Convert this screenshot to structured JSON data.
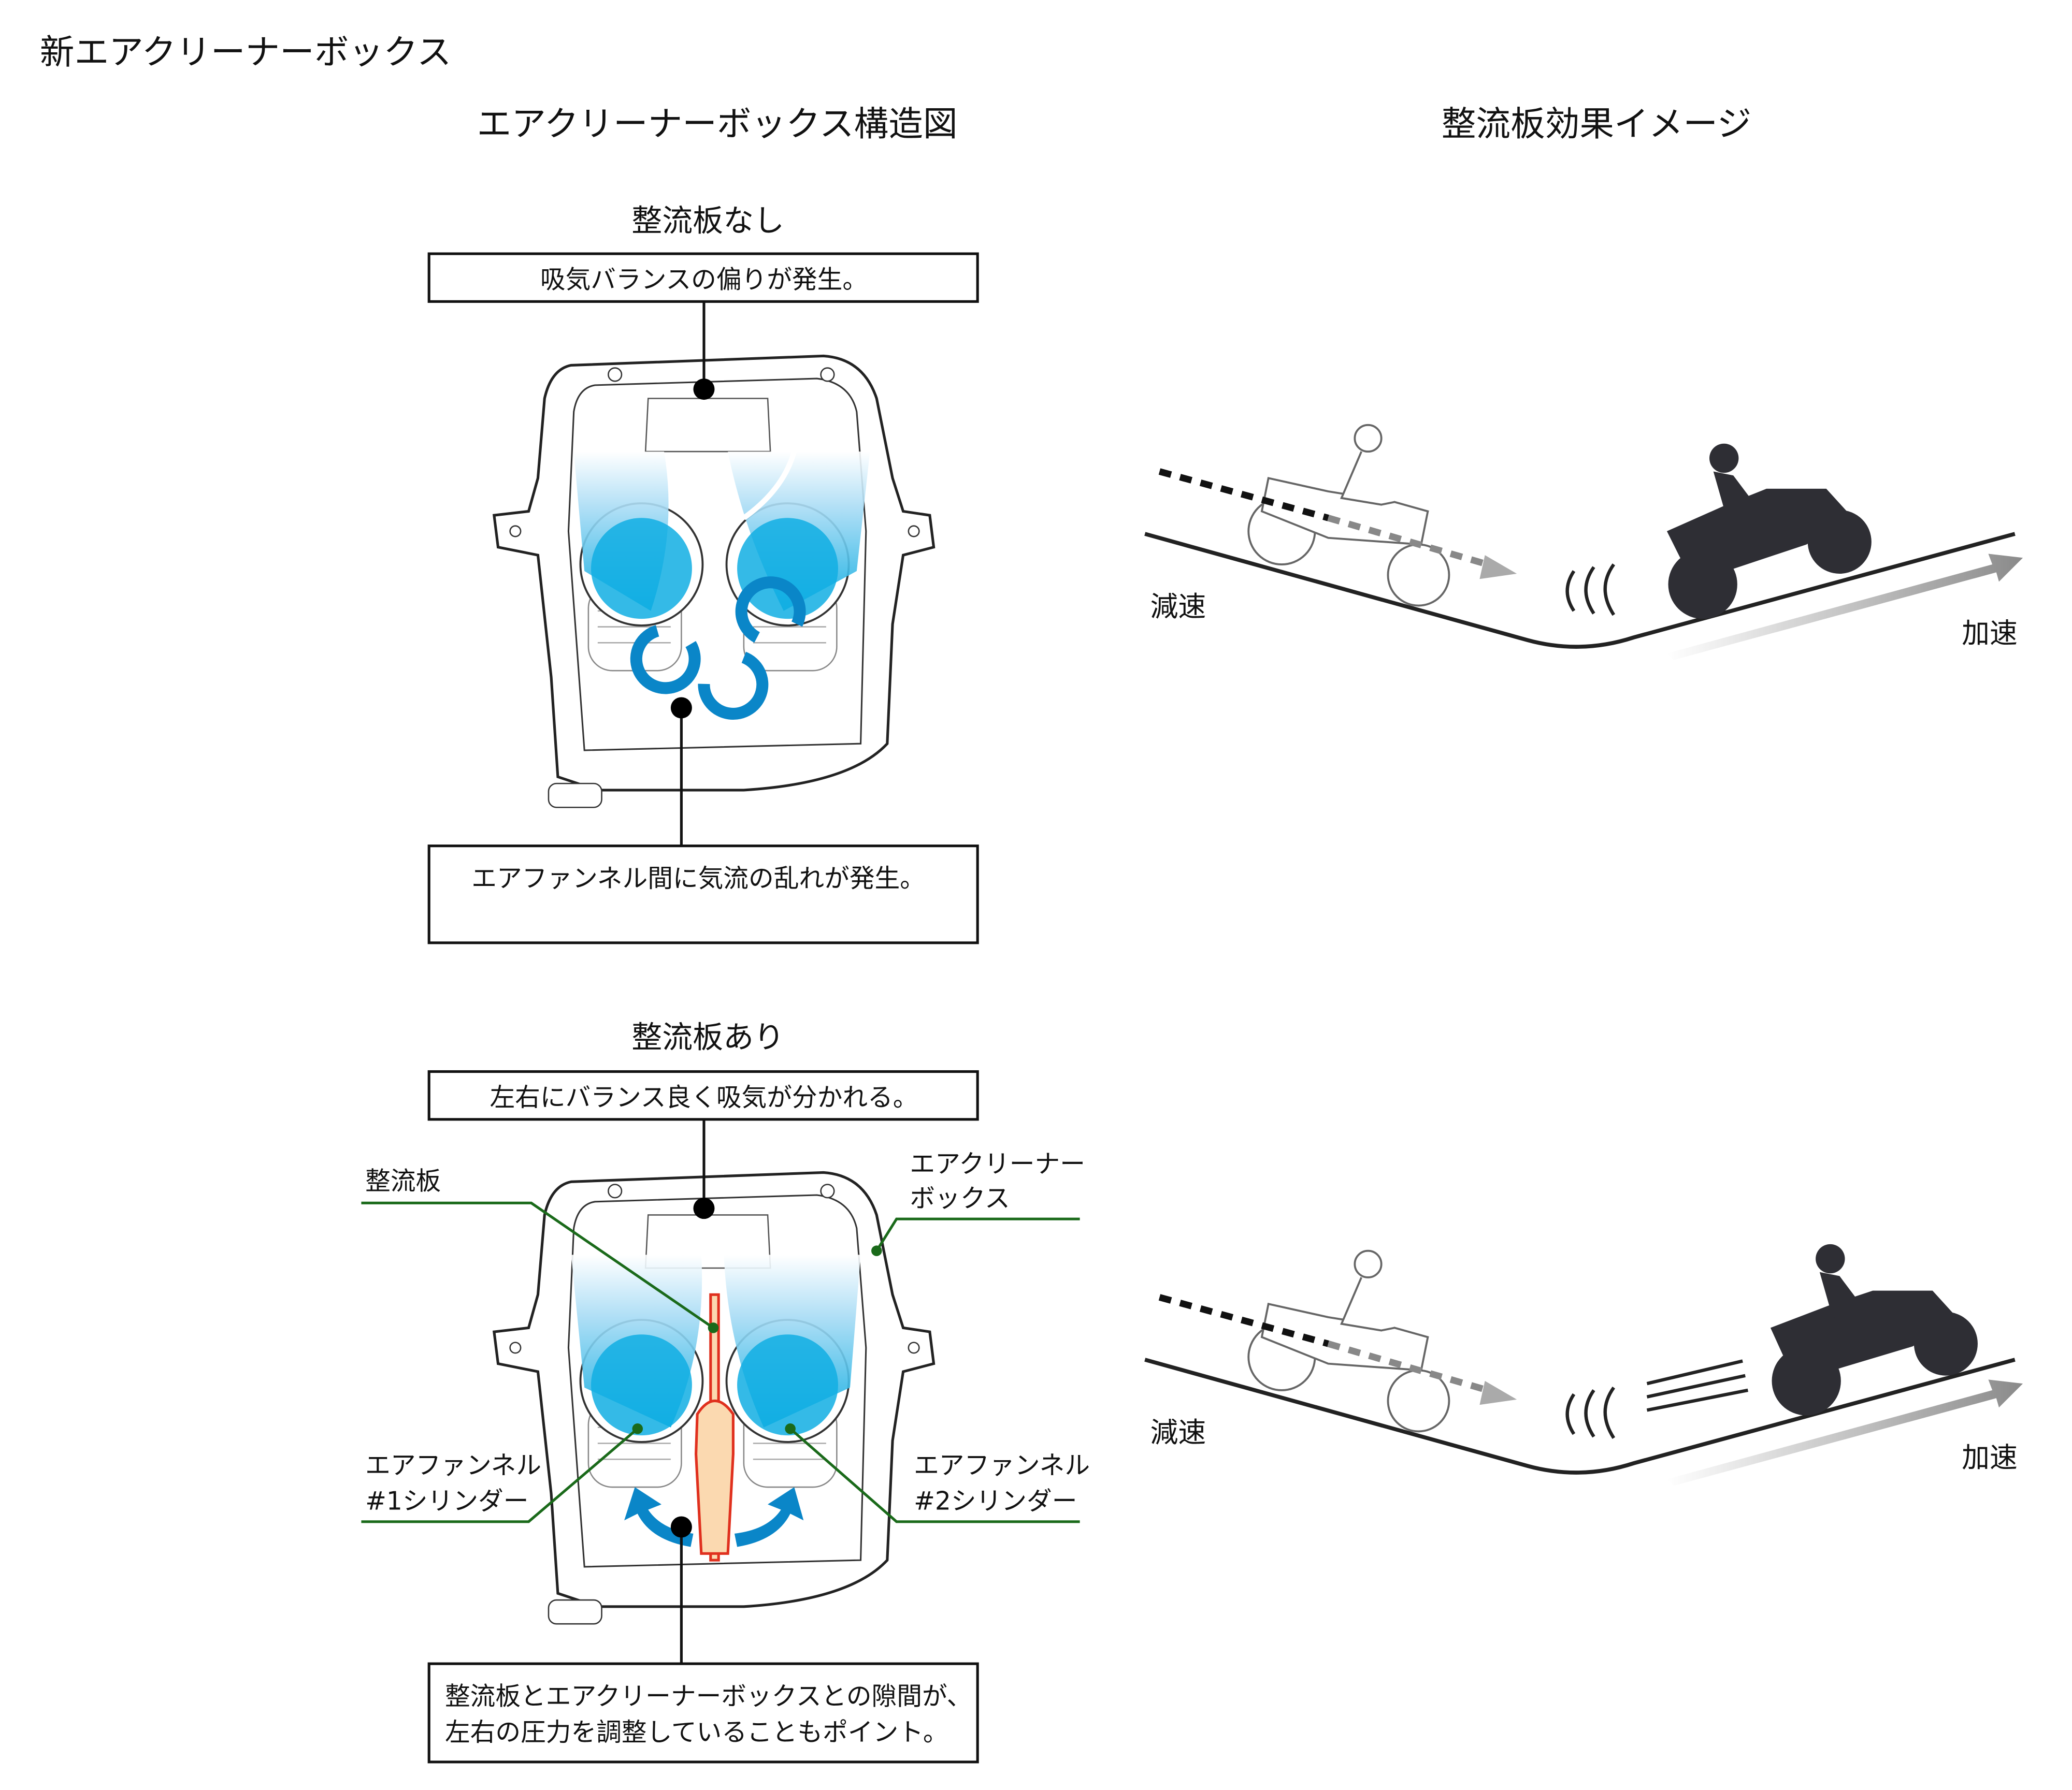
{
  "page_title": "新エアクリーナーボックス",
  "left_heading": "エアクリーナーボックス構造図",
  "right_heading": "整流板効果イメージ",
  "without_plate": {
    "heading": "整流板なし",
    "top_callout": "吸気バランスの偏りが発生。",
    "bottom_callout": "エアファンネル間に気流の乱れが発生。"
  },
  "with_plate": {
    "heading": "整流板あり",
    "top_callout": "左右にバランス良く吸気が分かれる。",
    "label_plate": "整流板",
    "label_box_line1": "エアクリーナー",
    "label_box_line2": "ボックス",
    "label_funnel1_line1": "エアファンネル",
    "label_funnel1_line2": "#1シリンダー",
    "label_funnel2_line1": "エアファンネル",
    "label_funnel2_line2": "#2シリンダー",
    "bottom_callout_line1": "整流板とエアクリーナーボックスとの隙間が、",
    "bottom_callout_line2": "左右の圧力を調整していることもポイント。"
  },
  "effect": {
    "decel_label": "減速",
    "accel_label": "加速"
  },
  "colors": {
    "airflow_blue": "#0a86c8",
    "plate_red": "#e0301e",
    "plate_fill": "#fbd9b0",
    "leader_green": "#1a6a1a"
  }
}
